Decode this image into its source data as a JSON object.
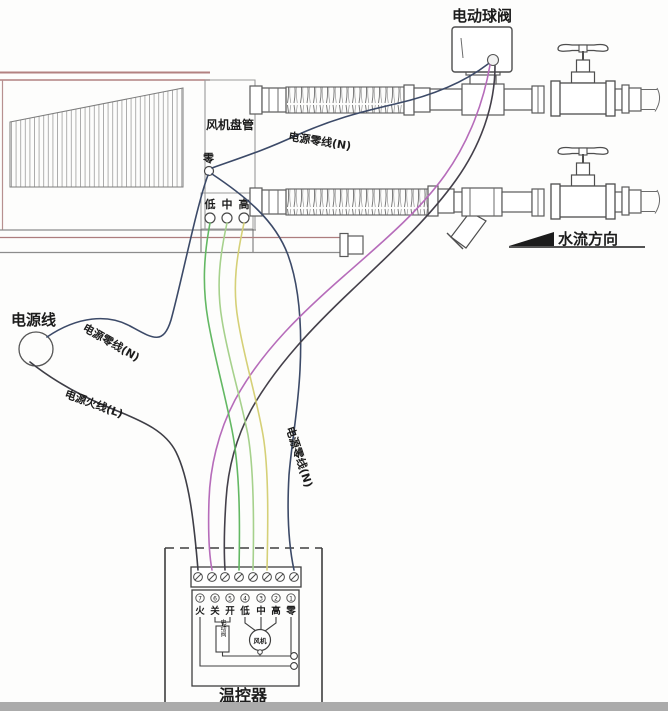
{
  "labels": {
    "electric_ball_valve": "电动球阀",
    "fan_coil_unit": "风机盘管",
    "neutral_terminal": "零",
    "speed_low": "低",
    "speed_mid": "中",
    "speed_high": "高",
    "power_line": "电源线",
    "neutral_wire_top": "电源零线(N)",
    "neutral_wire_left": "电源零线(N)",
    "neutral_wire_middle": "电源零线(N)",
    "live_wire": "电源火线(L)",
    "water_flow_direction": "水流方向",
    "thermostat": "温控器"
  },
  "thermostat_panel": {
    "terminal_numbers": [
      "7",
      "6",
      "5",
      "4",
      "3",
      "2",
      "1"
    ],
    "terminal_labels": [
      "火",
      "关",
      "开",
      "低",
      "中",
      "高",
      "零"
    ],
    "electric_valve_label": "电动阀",
    "fan_label": "风机"
  },
  "wire_colors": {
    "neutral": "#3c4a68",
    "live": "#3e3e46",
    "valve_close": "#b66cba",
    "valve_open": "#44404a",
    "fan_low": "#63b863",
    "fan_mid": "#a6d18c",
    "fan_high": "#d5d077",
    "casing": "#b28181"
  }
}
